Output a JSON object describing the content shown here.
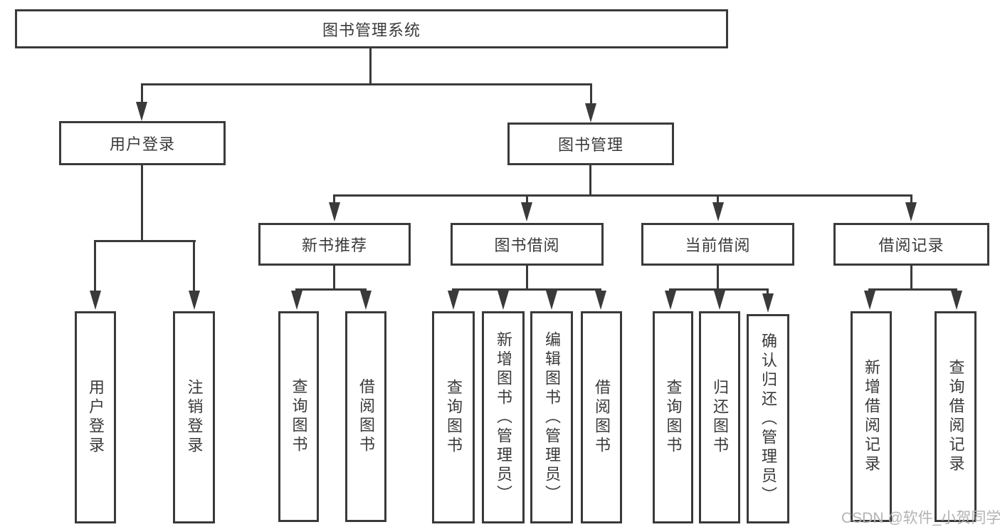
{
  "tree": {
    "root": {
      "label": "图书管理系统"
    },
    "login": {
      "label": "用户登录",
      "children": [
        {
          "label": "用户登录"
        },
        {
          "label": "注销登录"
        }
      ]
    },
    "mgmt": {
      "label": "图书管理",
      "sections": [
        {
          "label": "新书推荐",
          "children": [
            {
              "label": "查询图书"
            },
            {
              "label": "借阅图书"
            }
          ]
        },
        {
          "label": "图书借阅",
          "children": [
            {
              "label": "查询图书"
            },
            {
              "label": "新增图书（管理员）"
            },
            {
              "label": "编辑图书（管理员）"
            },
            {
              "label": "借阅图书"
            }
          ]
        },
        {
          "label": "当前借阅",
          "children": [
            {
              "label": "查询图书"
            },
            {
              "label": "归还图书"
            },
            {
              "label": "确认归还（管理员）"
            }
          ]
        },
        {
          "label": "借阅记录",
          "children": [
            {
              "label": "新增借阅记录"
            },
            {
              "label": "查询借阅记录"
            }
          ]
        }
      ]
    }
  },
  "watermark": {
    "text": "CSDN @软件_小贺同学"
  },
  "colors": {
    "line": "#3a3a3a",
    "text": "#3a3a3a",
    "watermark": "#b3b3b3",
    "background": "#ffffff"
  }
}
